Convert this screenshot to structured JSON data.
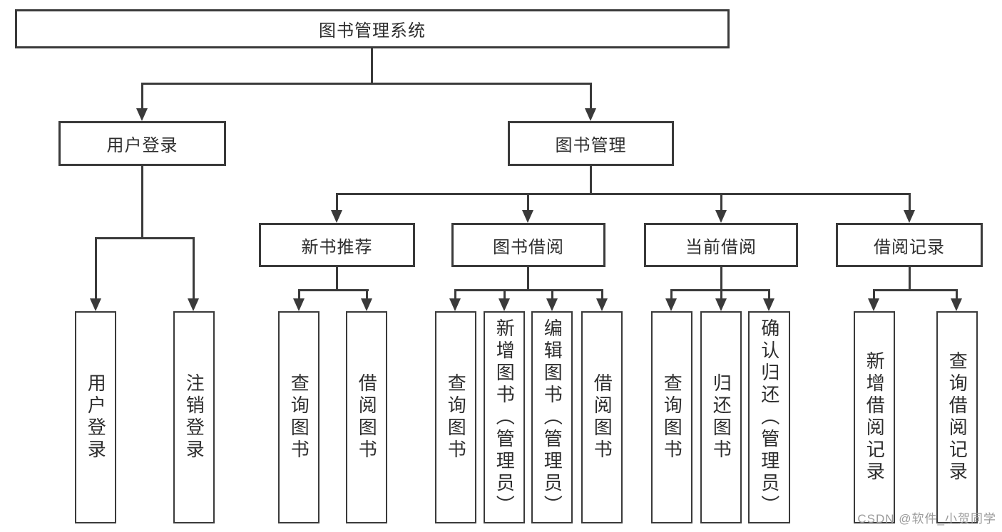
{
  "diagram": {
    "type": "tree-structure-diagram",
    "root": {
      "label": "图书管理系统"
    },
    "level2": [
      {
        "id": "user-login",
        "label": "用户登录"
      },
      {
        "id": "book-management",
        "label": "图书管理"
      }
    ],
    "level3": [
      {
        "id": "new-book-recommend",
        "label": "新书推荐",
        "parent": "book-management"
      },
      {
        "id": "book-borrowing",
        "label": "图书借阅",
        "parent": "book-management"
      },
      {
        "id": "current-borrowing",
        "label": "当前借阅",
        "parent": "book-management"
      },
      {
        "id": "borrowing-records",
        "label": "借阅记录",
        "parent": "book-management"
      }
    ],
    "leaves": [
      {
        "id": "leaf-user-login",
        "label": "用户登录",
        "parent": "user-login"
      },
      {
        "id": "leaf-logout",
        "label": "注销登录",
        "parent": "user-login"
      },
      {
        "id": "leaf-query-books-1",
        "label": "查询图书",
        "parent": "new-book-recommend"
      },
      {
        "id": "leaf-borrow-books-1",
        "label": "借阅图书",
        "parent": "new-book-recommend"
      },
      {
        "id": "leaf-query-books-2",
        "label": "查询图书",
        "parent": "book-borrowing"
      },
      {
        "id": "leaf-add-books-admin",
        "label": "新增图书（管理员）",
        "parent": "book-borrowing"
      },
      {
        "id": "leaf-edit-books-admin",
        "label": "编辑图书（管理员）",
        "parent": "book-borrowing"
      },
      {
        "id": "leaf-borrow-books-2",
        "label": "借阅图书",
        "parent": "book-borrowing"
      },
      {
        "id": "leaf-query-books-3",
        "label": "查询图书",
        "parent": "current-borrowing"
      },
      {
        "id": "leaf-return-books",
        "label": "归还图书",
        "parent": "current-borrowing"
      },
      {
        "id": "leaf-confirm-return-admin",
        "label": "确认归还（管理员）",
        "parent": "current-borrowing"
      },
      {
        "id": "leaf-add-borrow-record",
        "label": "新增借阅记录",
        "parent": "borrowing-records"
      },
      {
        "id": "leaf-query-borrow-record",
        "label": "查询借阅记录",
        "parent": "borrowing-records"
      }
    ]
  },
  "watermark": {
    "text": "CSDN @软件_小贺同学"
  },
  "colors": {
    "line": "#3a3a3a",
    "text": "#2d2d2d",
    "watermark": "#9b9b9b",
    "background": "#ffffff"
  }
}
